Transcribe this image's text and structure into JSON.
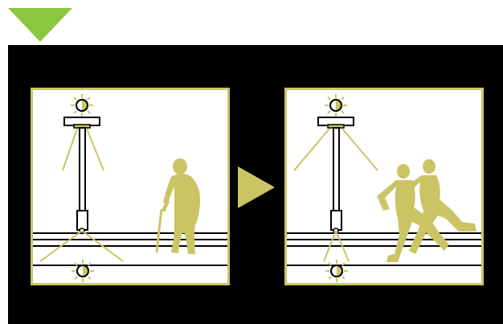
{
  "colors": {
    "accent": "#cbc465",
    "top_marker": "#8cc63f",
    "background": "#000000",
    "panel_fill": "#ffffff",
    "line": "#000000"
  },
  "icons": {
    "top_marker": "down-triangle-icon",
    "center_arrow": "right-triangle-arrow-icon",
    "light_sensor": "half-sun-sensor-icon",
    "lamp": "street-lamp-icon",
    "elderly_person": "elderly-person-with-cane-icon",
    "runners": "two-runners-icon"
  },
  "panels": [
    {
      "id": "before",
      "light_beam": "narrow"
    },
    {
      "id": "after",
      "light_beam": "wide"
    }
  ]
}
